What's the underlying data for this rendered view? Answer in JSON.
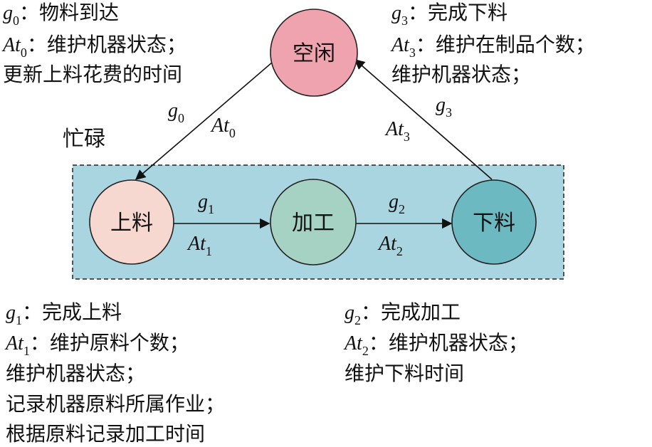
{
  "states": {
    "idle": {
      "label": "空闲",
      "fill": "#EFA3AE"
    },
    "load": {
      "label": "上料",
      "fill": "#F6D8D0"
    },
    "process": {
      "label": "加工",
      "fill": "#A6D2C4"
    },
    "unload": {
      "label": "下料",
      "fill": "#6DB9C1"
    }
  },
  "busy_group": {
    "label": "忙碌",
    "fill": "#A8D5E0"
  },
  "edges": {
    "e0": {
      "g": "g",
      "g_sub": "0",
      "at": "At",
      "at_sub": "0"
    },
    "e1": {
      "g": "g",
      "g_sub": "1",
      "at": "At",
      "at_sub": "1"
    },
    "e2": {
      "g": "g",
      "g_sub": "2",
      "at": "At",
      "at_sub": "2"
    },
    "e3": {
      "g": "g",
      "g_sub": "3",
      "at": "At",
      "at_sub": "3"
    }
  },
  "notes": {
    "n0": {
      "g": "g",
      "g_sub": "0",
      "g_text": "：物料到达",
      "at": "At",
      "at_sub": "0",
      "at_text": "：维护机器状态；",
      "line3": "更新上料花费的时间"
    },
    "n3": {
      "g": "g",
      "g_sub": "3",
      "g_text": "：完成下料",
      "at": "At",
      "at_sub": "3",
      "at_text": "：维护在制品个数；",
      "line3": "维护机器状态；"
    },
    "n1": {
      "g": "g",
      "g_sub": "1",
      "g_text": "：完成上料",
      "at": "At",
      "at_sub": "1",
      "at_text": "：维护原料个数；",
      "line3": "维护机器状态；",
      "line4": "记录机器原料所属作业；",
      "line5": "根据原料记录加工时间"
    },
    "n2": {
      "g": "g",
      "g_sub": "2",
      "g_text": "：完成加工",
      "at": "At",
      "at_sub": "2",
      "at_text": "：维护机器状态；",
      "line3": "维护下料时间"
    }
  }
}
